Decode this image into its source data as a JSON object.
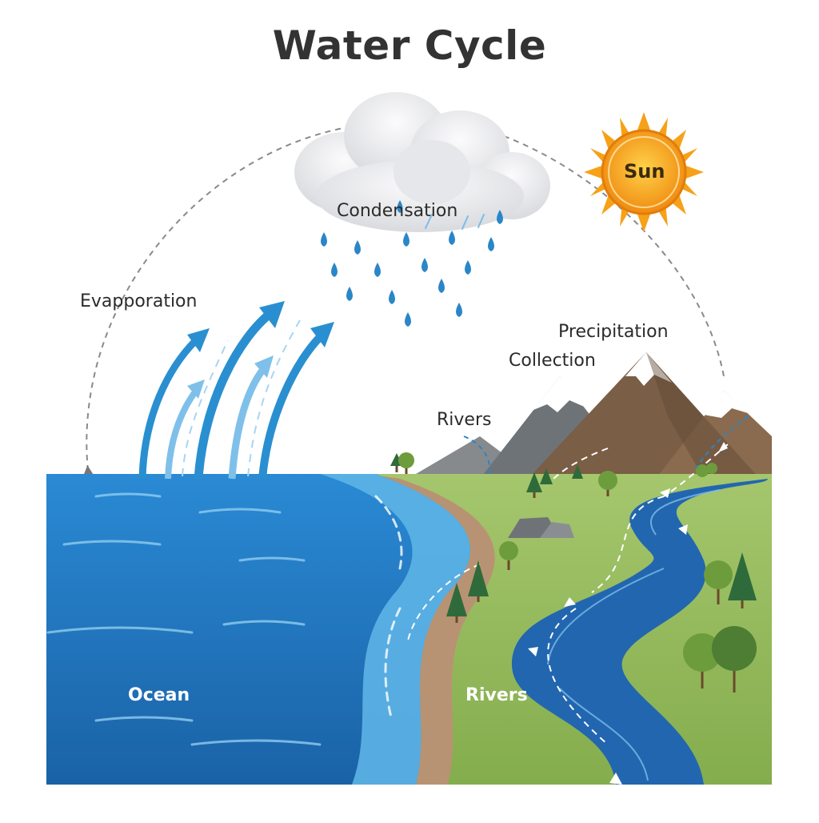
{
  "diagram": {
    "title": "Water Cycle",
    "labels": {
      "condensation": "Condensation",
      "evaporation": "Evapроration",
      "sun": "Sun",
      "precipitation": "Precipitation",
      "collection": "Collection",
      "rivers_mountain": "Rivers",
      "ocean": "Ocean",
      "rivers_land": "Rivers"
    },
    "colors": {
      "ocean": "#1f78c1",
      "ocean_light": "#5db4e6",
      "land": "#8fb85a",
      "river": "#2266b0",
      "sun": "#f5a21b",
      "cloud": "#e9e9ec",
      "mountain_brown": "#7a5e45",
      "mountain_gray": "#6e7378",
      "arrow_blue": "#2a8fd0"
    }
  }
}
